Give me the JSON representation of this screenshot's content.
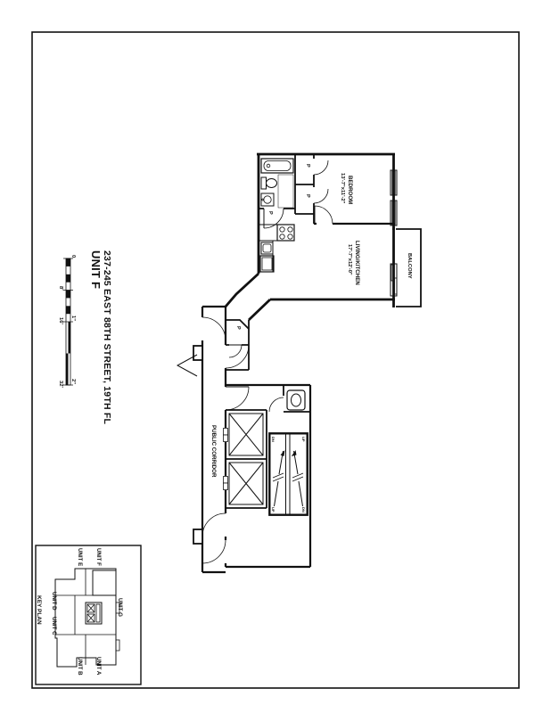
{
  "sheet": {
    "unit_title": "UNIT F",
    "address": "237-245 EAST 88TH STREET, 19TH FL"
  },
  "scale_bar": {
    "tick_0": "0",
    "tick_8": "8'",
    "tick_16": "16'",
    "tick_32": "32'",
    "inch_1": "1\"",
    "inch_2": "2\""
  },
  "rooms": {
    "bedroom_name": "BEDROOM",
    "bedroom_dims": "13'-7\"x11'-2\"",
    "living_name": "LIVING/KITCHEN",
    "living_dims": "17'-7\"x12'-0\"",
    "balcony": "BALCONY",
    "corridor": "PUBLIC CORRIDOR"
  },
  "symbols": {
    "closet_pole": "P"
  },
  "stairs": {
    "up": "UP",
    "down": "DN"
  },
  "key_plan": {
    "title": "KEY PLAN",
    "unit_a": "UNIT A",
    "unit_b": "UNIT B",
    "unit_c": "UNIT C",
    "unit_d": "UNIT D",
    "unit_e": "UNIT E",
    "unit_f": "UNIT F",
    "unit_g": "UNIT G",
    "highlighted_unit": "UNIT F"
  },
  "colors": {
    "ink": "#111111",
    "paper": "#ffffff",
    "tile_grid": "#999999",
    "hatch": "#555555"
  }
}
